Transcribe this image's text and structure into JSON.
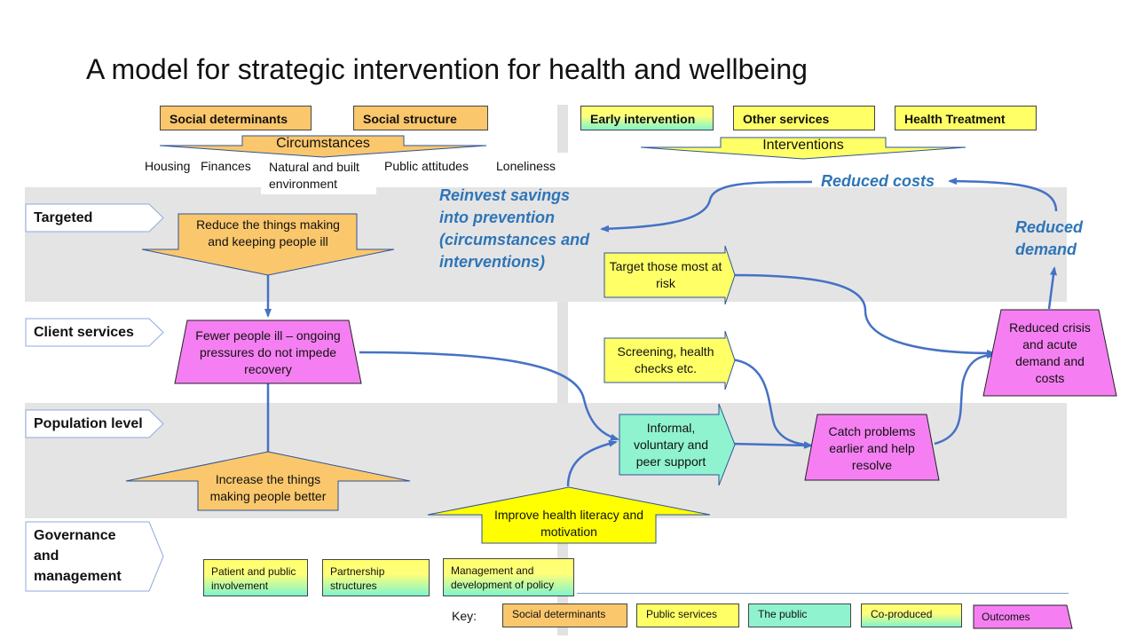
{
  "title": "A model for strategic intervention for health and wellbeing",
  "header": {
    "left_boxes": [
      "Social determinants",
      "Social structure"
    ],
    "left_banner": "Circumstances",
    "right_boxes": [
      "Early intervention",
      "Other services",
      "Health Treatment"
    ],
    "right_banner": "Interventions",
    "circumstances": [
      "Housing",
      "Finances",
      "Natural and built environment",
      "Public attitudes",
      "Loneliness"
    ]
  },
  "levels": [
    "Targeted",
    "Client services",
    "Population level",
    "Governance and management"
  ],
  "nodes": {
    "reduce_ill": "Reduce the things making and keeping people ill",
    "fewer_ill": "Fewer people ill – ongoing pressures do not impede recovery",
    "increase_better": "Increase the things making people better",
    "improve_literacy": "Improve health literacy and motivation",
    "target_risk": "Target those most at risk",
    "screening": "Screening, health checks etc.",
    "informal": "Informal, voluntary and peer support",
    "catch_problems": "Catch problems earlier and help resolve",
    "reduced_crisis": "Reduced crisis and acute demand and costs"
  },
  "annotations": {
    "reduced_costs": "Reduced costs",
    "reduced_demand": "Reduced demand",
    "reinvest": "Reinvest savings into prevention (circumstances and interventions)"
  },
  "governance": [
    "Patient and public involvement",
    "Partnership structures",
    "Management and development of policy"
  ],
  "key": {
    "label": "Key:",
    "items": [
      "Social determinants",
      "Public services",
      "The public",
      "Co-produced",
      "Outcomes"
    ]
  },
  "colors": {
    "social_determinants": "#fbc76c",
    "public_services": "#ffff66",
    "the_public": "#8ff3cf",
    "outcomes": "#f57ff2",
    "arrows": "#4472c4",
    "annotation_text": "#2e75b6",
    "band": "#e5e4e5"
  }
}
